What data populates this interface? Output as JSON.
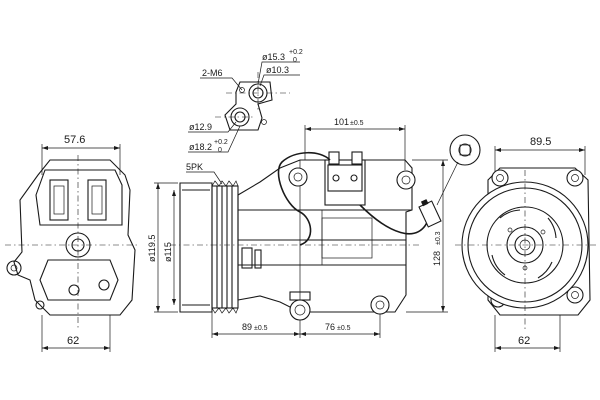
{
  "dimensions": {
    "left_top_width": "57.6",
    "left_bottom_width": "62",
    "bolt_spec": "2-M6",
    "port1_dia": "ø15.3",
    "port1_tol_top": "+0.2",
    "port1_tol_bot": "0",
    "port2_dia": "ø10.3",
    "port3_dia": "ø12.9",
    "port4_dia": "ø18.2",
    "port4_tol_top": "+0.2",
    "port4_tol_bot": "0",
    "pulley_grooves": "5PK",
    "top_length": "101",
    "top_length_tol": "±0.5",
    "height": "128",
    "height_tol": "±0.3",
    "pulley_outer_dia": "ø119.5",
    "pulley_inner_dia": "ø115",
    "bottom_left_length": "89",
    "bottom_left_tol": "±0.5",
    "bottom_right_length": "76",
    "bottom_right_tol": "±0.5",
    "right_top_width": "89.5",
    "right_bottom_width": "62"
  }
}
